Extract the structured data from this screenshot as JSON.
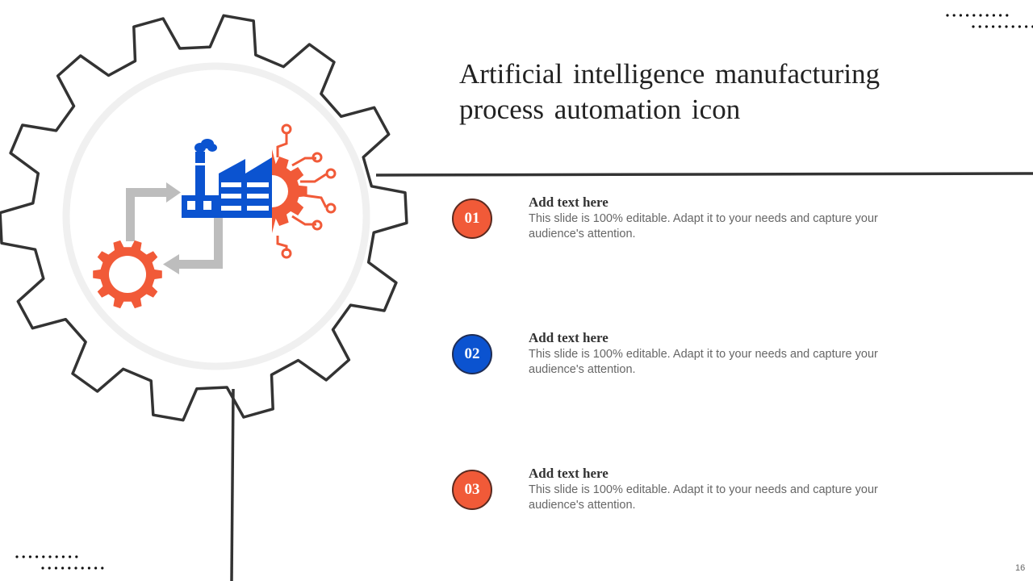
{
  "slide": {
    "title": "Artificial intelligence manufacturing process automation icon",
    "page_number": "16",
    "colors": {
      "orange": "#F15A38",
      "blue": "#0B53D0",
      "gray_arrow": "#BDBDBD",
      "gear_outline": "#333333",
      "inner_ring": "#F0F0F0"
    },
    "items": [
      {
        "number": "01",
        "heading": "Add text here",
        "body": "This slide is 100% editable. Adapt it to your needs and capture your audience's attention.",
        "color": "#F15A38"
      },
      {
        "number": "02",
        "heading": "Add text here",
        "body": "This slide is 100% editable. Adapt it to your needs and capture your audience's attention.",
        "color": "#0B53D0"
      },
      {
        "number": "03",
        "heading": "Add text here",
        "body": "This slide is 100% editable. Adapt it to your needs and capture your audience's attention.",
        "color": "#F15A38"
      }
    ],
    "icons": {
      "main": "factory-ai-automation-icon",
      "decor": "dotted-lines"
    }
  }
}
